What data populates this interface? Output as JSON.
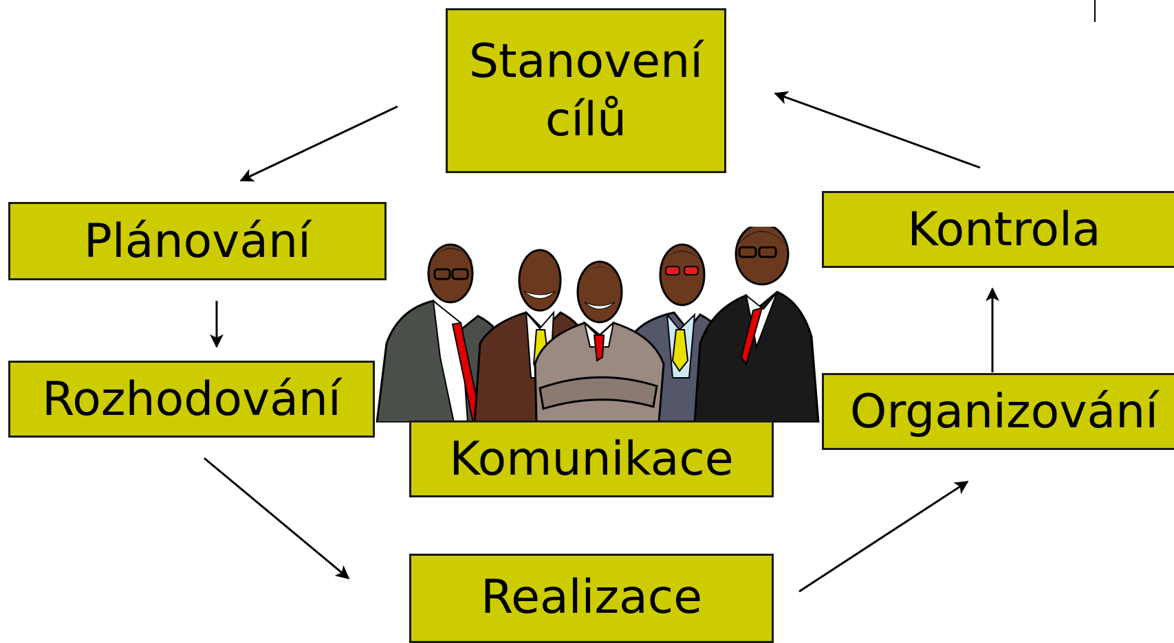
{
  "colors": {
    "box_fill": "#cccc00",
    "border": "#1a1a1a",
    "arrow": "#000000"
  },
  "diagram": {
    "nodes": {
      "stanoveni": {
        "line1": "Stanovení",
        "line2": "cílů"
      },
      "planovani": "Plánování",
      "rozhodovani": "Rozhodování",
      "kontrola": "Kontrola",
      "organizovani": "Organizování",
      "komunikace": "Komunikace",
      "realizace": "Realizace"
    },
    "edges": [
      {
        "from": "Stanovení cílů",
        "to": "Plánování"
      },
      {
        "from": "Plánování",
        "to": "Rozhodování"
      },
      {
        "from": "Rozhodování",
        "to": "Realizace"
      },
      {
        "from": "Realizace",
        "to": "Organizování"
      },
      {
        "from": "Organizování",
        "to": "Kontrola"
      },
      {
        "from": "Kontrola",
        "to": "Stanovení cílů"
      }
    ]
  },
  "illustration": {
    "icon": "business-group-icon"
  }
}
